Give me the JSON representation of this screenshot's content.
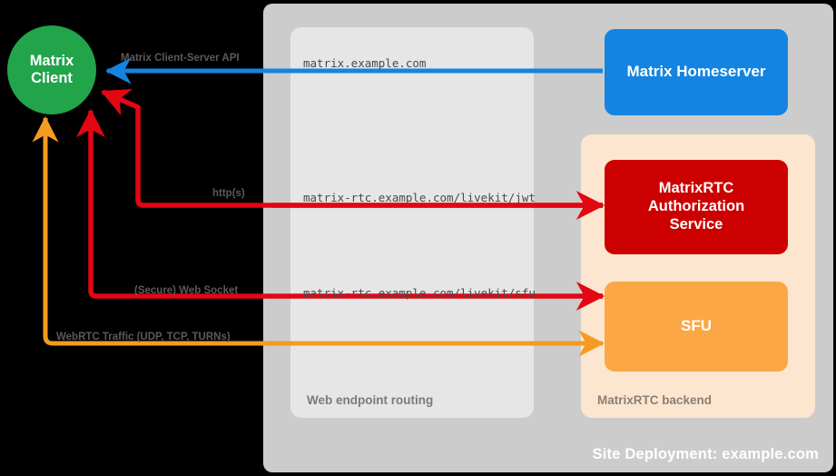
{
  "site": {
    "label": "Site Deployment: example.com",
    "bg_color": "#cccccc",
    "label_color": "#ffffff"
  },
  "groups": [
    {
      "key": "web_endpoint_routing",
      "label": "Web endpoint routing",
      "color": "#e6e6e6"
    },
    {
      "key": "matrixrtc_backend",
      "label": "MatrixRTC backend",
      "color": "#fce6cf"
    }
  ],
  "nodes": {
    "client": {
      "line1": "Matrix",
      "line2": "Client",
      "color": "#22a44b"
    },
    "homeserver": {
      "label": "Matrix Homeserver",
      "color": "#1484e0"
    },
    "auth_service": {
      "line1": "MatrixRTC",
      "line2": "Authorization",
      "line3": "Service",
      "color": "#cc0000"
    },
    "sfu": {
      "label": "SFU",
      "color": "#fba745"
    }
  },
  "flows": [
    {
      "key": "cs_api",
      "protocol": "Matrix Client-Server API",
      "url": "matrix.example.com",
      "color": "#1484e0",
      "from": "Matrix Homeserver",
      "to": "Matrix Client"
    },
    {
      "key": "jwt",
      "protocol": "http(s)",
      "url": "matrix-rtc.example.com/livekit/jwt",
      "color": "#e30613",
      "from": "Matrix Client",
      "to": "MatrixRTC Authorization Service"
    },
    {
      "key": "websocket",
      "protocol": "(Secure) Web Socket",
      "url": "matrix-rtc.example.com/livekit/sfu",
      "color": "#e30613",
      "from": "Matrix Client",
      "to": "SFU"
    },
    {
      "key": "webrtc",
      "protocol": "WebRTC Traffic (UDP, TCP, TURNs)",
      "url": "",
      "color": "#f59a23",
      "from": "Matrix Client",
      "to": "SFU"
    }
  ]
}
